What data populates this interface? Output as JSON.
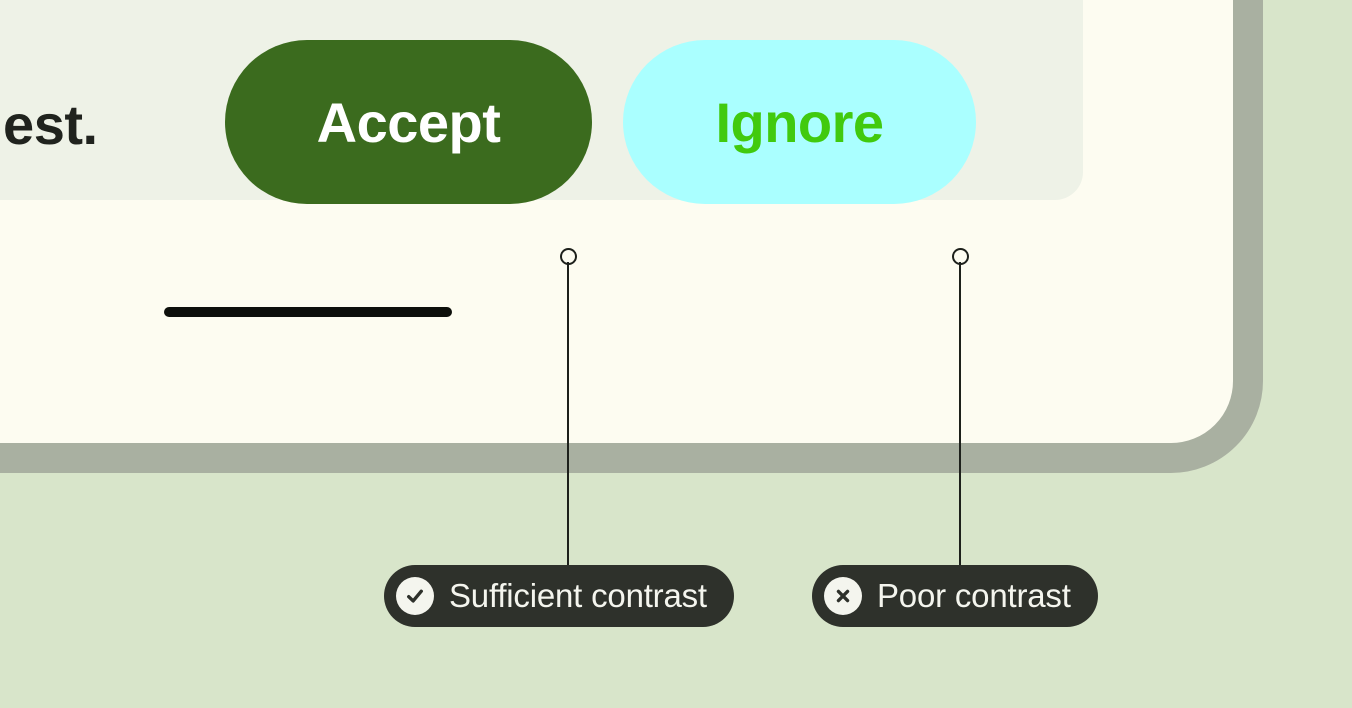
{
  "page": {
    "background_color": "#d8e5ca"
  },
  "device": {
    "frame_color": "#a9b0a1",
    "screen_color": "#fdfcf1",
    "card_color": "#eef2e7",
    "home_indicator_color": "#0d0f0b"
  },
  "message": {
    "visible_fragment": "a request."
  },
  "buttons": [
    {
      "label": "Accept",
      "background_color": "#3b6b1e",
      "text_color": "#ffffff"
    },
    {
      "label": "Ignore",
      "background_color": "#aaffff",
      "text_color": "#41ca0e"
    }
  ],
  "callouts": [
    {
      "label": "Sufficient contrast",
      "icon": "check-circle-icon",
      "connects_to": "Accept"
    },
    {
      "label": "Poor contrast",
      "icon": "x-circle-icon",
      "connects_to": "Ignore"
    }
  ],
  "callout_style": {
    "background_color": "#2e312b",
    "text_color": "#f4f5ee",
    "connector_color": "#1d201b"
  }
}
